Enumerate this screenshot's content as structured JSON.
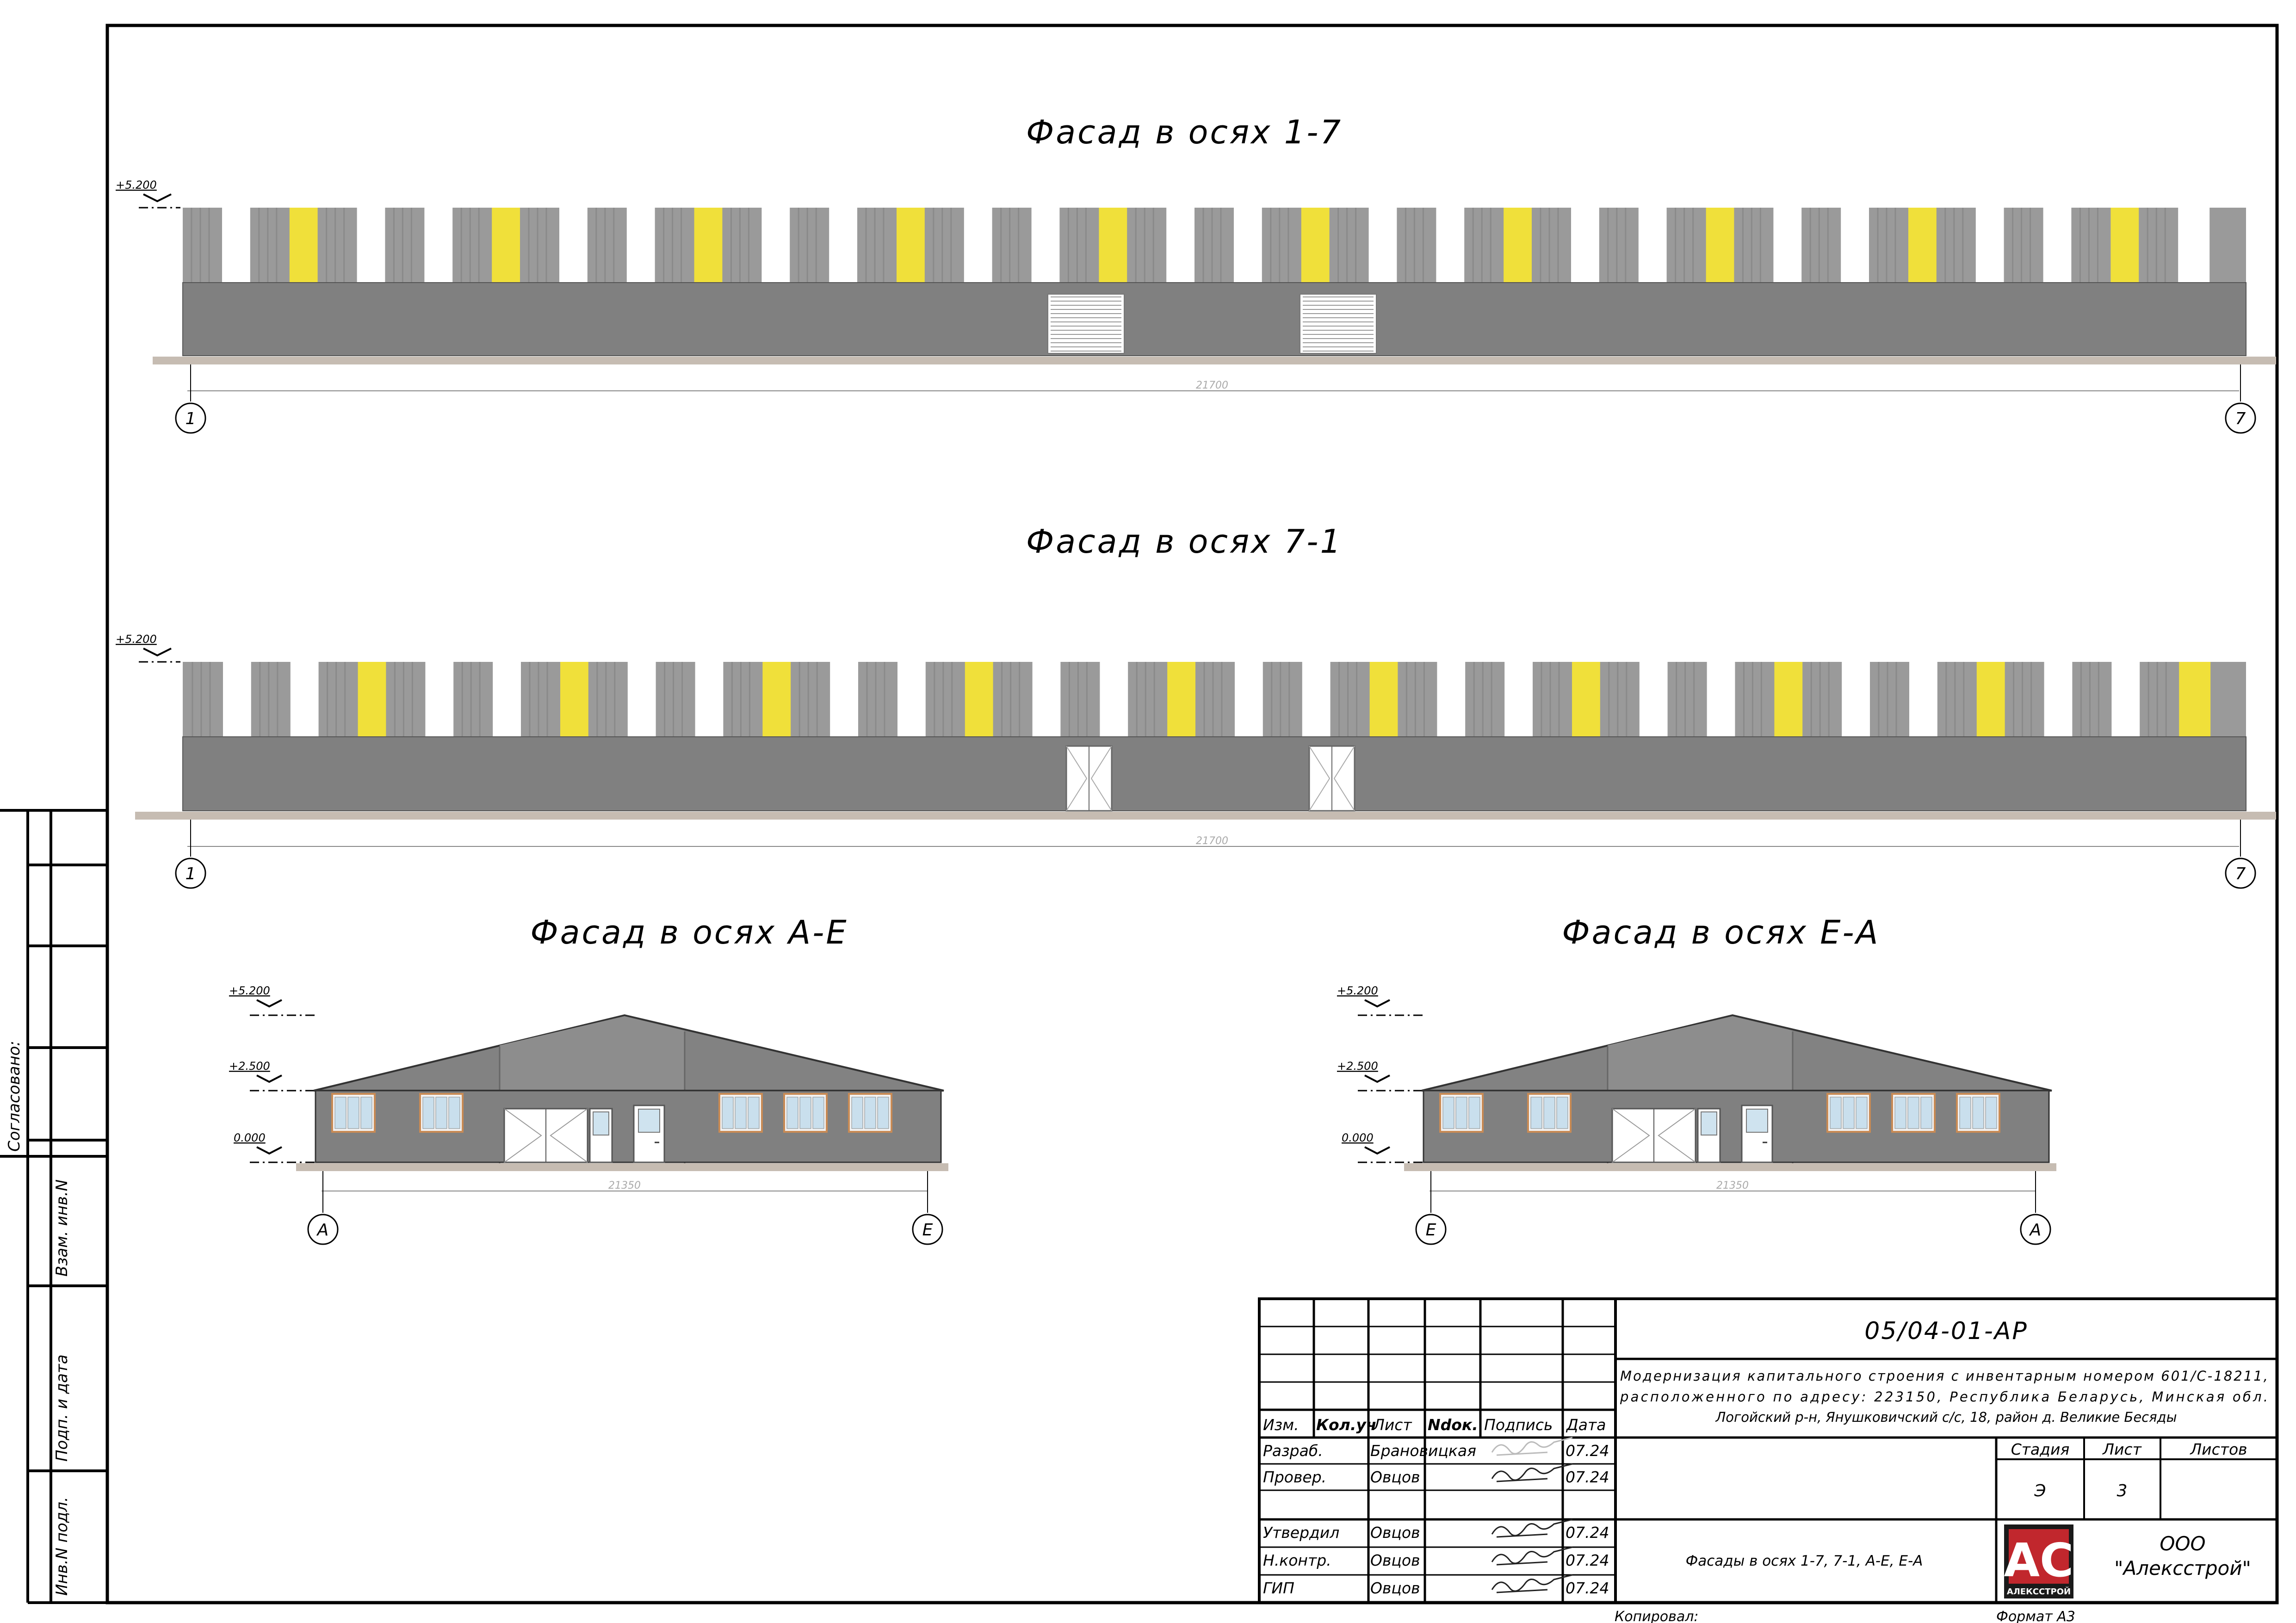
{
  "colors": {
    "wall": "#808080",
    "panel": "#9a9a9a",
    "accent": "#f0e03a",
    "ground": "#c6bcb2",
    "roof_fill": "#828282",
    "line": "#000000"
  },
  "facades": {
    "f17": {
      "title": "Фасад в осях 1-7",
      "level": "+5.200",
      "dim": "21700",
      "axis_left": "1",
      "axis_right": "7"
    },
    "f71": {
      "title": "Фасад в осях 7-1",
      "level": "+5.200",
      "dim": "21700",
      "axis_left": "1",
      "axis_right": "7"
    },
    "fae": {
      "title": "Фасад в осях А-Е",
      "levels": [
        "+5.200",
        "+2.500",
        "0.000"
      ],
      "dim": "21350",
      "axis_left": "А",
      "axis_right": "Е"
    },
    "fea": {
      "title": "Фасад в осях Е-А",
      "levels": [
        "+5.200",
        "+2.500",
        "0.000"
      ],
      "dim": "21350",
      "axis_left": "Е",
      "axis_right": "А"
    }
  },
  "side_stamp": {
    "agreed": "Согласовано:",
    "vzam": "Взам. инв.N",
    "podp": "Подп. и дата",
    "inv": "Инв.N подл."
  },
  "title_block": {
    "code": "05/04-01-АР",
    "project": [
      "Модернизация капитального строения с инвентарным номером 601/С-18211,",
      "расположенного по адресу: 223150, Республика Беларусь, Минская обл.",
      "Логойский р-н, Янушковичский с/с, 18, район д. Великие Бесяды"
    ],
    "headers": [
      "Изм.",
      "Кол.уч",
      "Лист",
      "Ndок.",
      "Подпись",
      "Дата"
    ],
    "rows": [
      {
        "role": "Разраб.",
        "name": "Брановицкая",
        "date": "07.24"
      },
      {
        "role": "Провер.",
        "name": "Овцов",
        "date": "07.24"
      },
      {
        "role": "",
        "name": "",
        "date": ""
      },
      {
        "role": "Утвердил",
        "name": "Овцов",
        "date": "07.24"
      },
      {
        "role": "Н.контр.",
        "name": "Овцов",
        "date": "07.24"
      },
      {
        "role": "ГИП",
        "name": "Овцов",
        "date": "07.24"
      }
    ],
    "stage_label": "Стадия",
    "sheet_label": "Лист",
    "sheets_label": "Листов",
    "stage": "Э",
    "sheet": "3",
    "sheets": "",
    "sheet_title": "Фасады в осях 1-7, 7-1, А-Е, Е-А",
    "company": [
      "ООО",
      "\"Алексстрой\""
    ],
    "logo_text": "АС",
    "logo_caption": "АЛЕКССТРОЙ",
    "copied": "Копировал:",
    "format": "Формат А3"
  }
}
